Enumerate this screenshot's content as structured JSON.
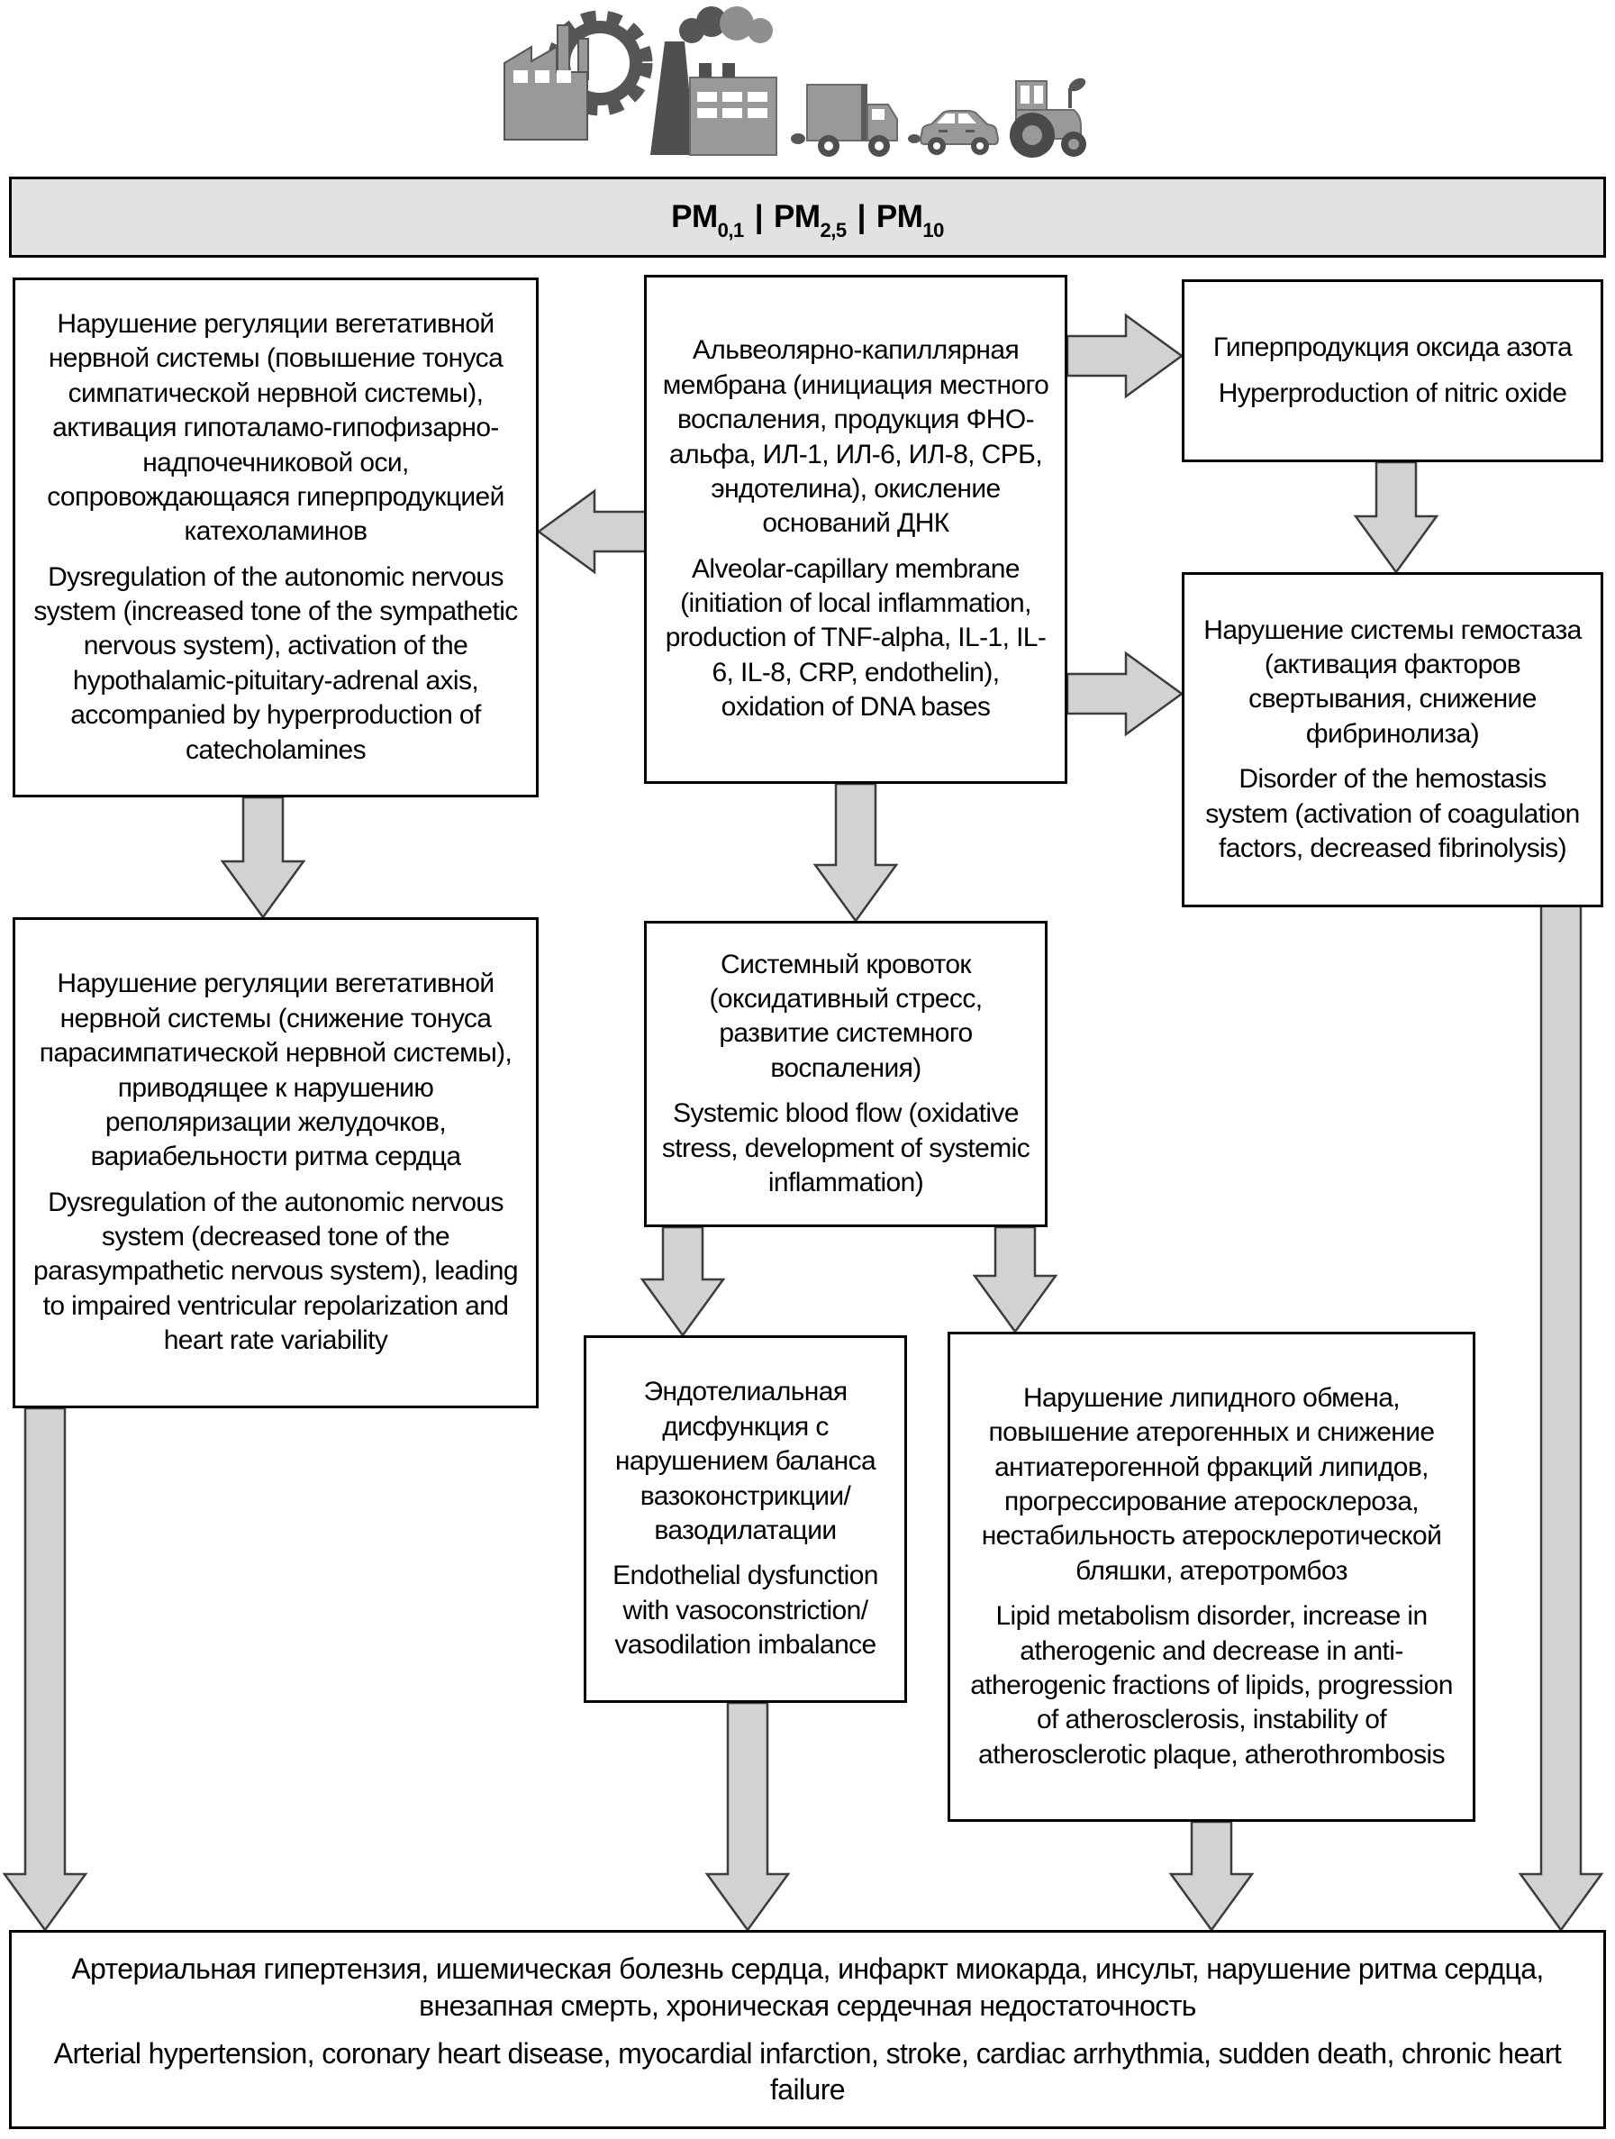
{
  "header": {
    "icons": [
      "factory-gear-icon",
      "smokestack-factory-icon",
      "truck-icon",
      "car-icon",
      "tractor-icon"
    ],
    "pm": {
      "separator": "|",
      "parts": [
        {
          "base": "PM",
          "sub": "0,1"
        },
        {
          "base": "PM",
          "sub": "2,5"
        },
        {
          "base": "PM",
          "sub": "10"
        }
      ]
    }
  },
  "boxes": {
    "autonomic_up": {
      "ru": "Нарушение регуляции вегетативной нервной системы (повышение тонуса симпатической нервной системы), активация гипоталамо-гипофизарно-надпочечниковой оси, сопровождающаяся гиперпродукцией катехоламинов",
      "en": "Dysregulation of the autonomic nervous system (increased tone of the sympathetic nervous system), activation of the hypothalamic-pituitary-adrenal axis, accompanied by hyperproduction of catecholamines"
    },
    "alveolar": {
      "ru": "Альвеолярно-капиллярная мембрана (инициация местного воспаления, продукция ФНО-альфа, ИЛ-1, ИЛ-6, ИЛ-8, СРБ, эндотелина), окисление оснований ДНК",
      "en": "Alveolar-capillary membrane (initiation of local inflammation, production of TNF-alpha, IL-1, IL-6, IL-8, CRP, endothelin), oxidation of DNA bases"
    },
    "nitric_oxide": {
      "ru": "Гиперпродукция оксида азота",
      "en": "Hyperproduction of nitric oxide"
    },
    "hemostasis": {
      "ru": "Нарушение системы гемостаза (активация факторов свертывания, снижение фибринолиза)",
      "en": "Disorder of the hemostasis system (activation of coagulation factors, decreased fibrinolysis)"
    },
    "autonomic_down": {
      "ru": "Нарушение регуляции вегетативной нервной системы (снижение тонуса парасимпатической нервной системы), приводящее к нарушению реполяризации желудочков, вариабельности ритма сердца",
      "en": "Dysregulation of the autonomic nervous system (decreased tone of the parasympathetic nervous system), leading to impaired ventricular repolarization and heart rate variability"
    },
    "systemic_blood_flow": {
      "ru": "Системный кровоток (оксидативный стресс, развитие системного воспаления)",
      "en": "Systemic blood flow (oxidative stress, development of systemic inflammation)"
    },
    "endothelial": {
      "ru": "Эндотелиальная дисфункция с нарушением баланса вазоконстрикции/вазодилатации",
      "en": "Endothelial dysfunction with vasoconstriction/ vasodilation imbalance"
    },
    "lipid": {
      "ru": "Нарушение липидного обмена, повышение атерогенных и снижение антиатерогенной фракций липидов, прогрессирование атеросклероза, нестабильность атеросклеротической бляшки, атеротромбоз",
      "en": "Lipid metabolism disorder, increase in atherogenic and decrease in anti-atherogenic fractions of lipids, progression of atherosclerosis, instability of atherosclerotic plaque, atherothrombosis"
    },
    "outcomes": {
      "ru": "Артериальная гипертензия, ишемическая болезнь сердца, инфаркт миокарда, инсульт, нарушение ритма сердца, внезапная смерть, хроническая сердечная недостаточность",
      "en": "Arterial hypertension, coronary heart disease, myocardial infarction, stroke, cardiac arrhythmia, sudden death, chronic heart failure"
    }
  },
  "colors": {
    "bar_bg": "#e2e2e2",
    "arrow_fill": "#d2d2d2",
    "arrow_stroke": "#3c3c3c",
    "box_border": "#000000",
    "icon_gray": "#999999",
    "icon_dark": "#555555"
  }
}
